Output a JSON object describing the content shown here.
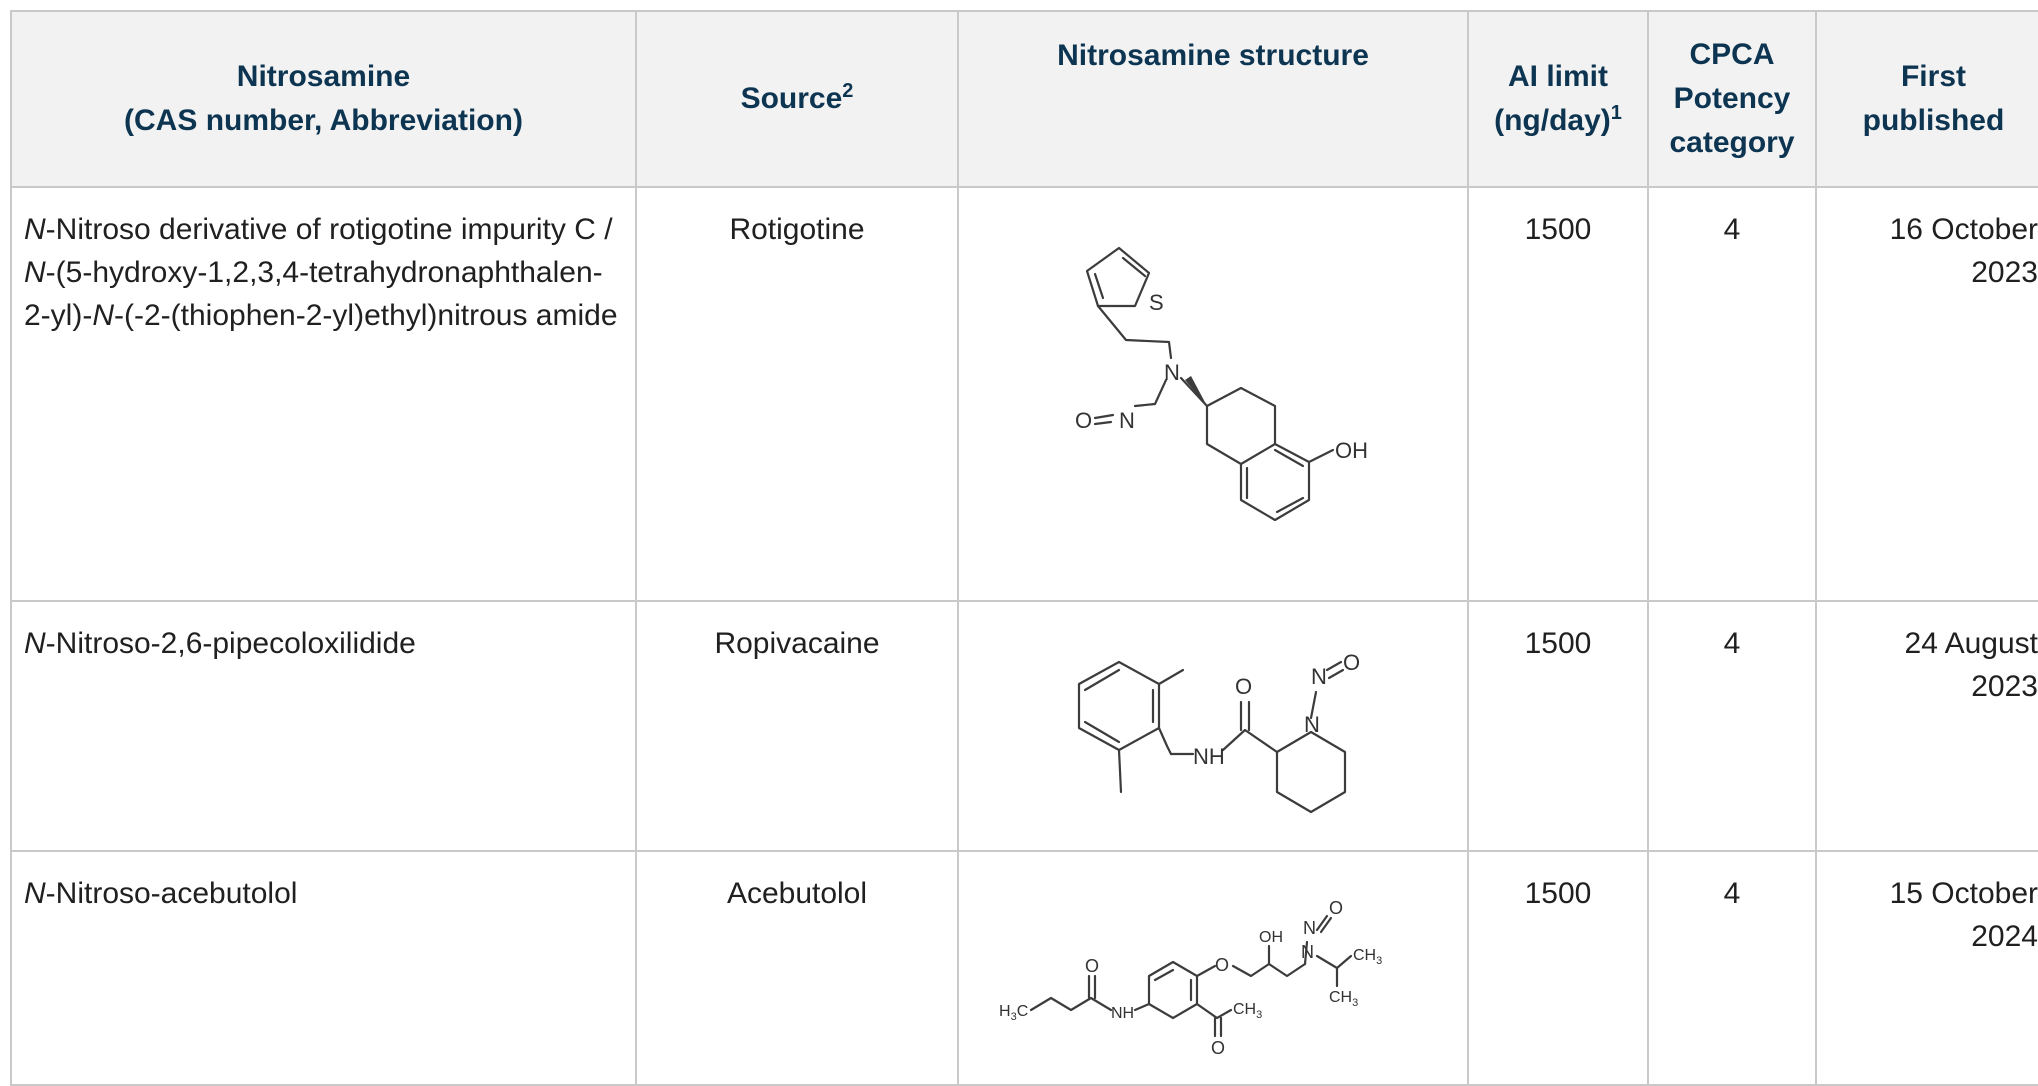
{
  "header": {
    "nitrosamine_line1": "Nitrosamine",
    "nitrosamine_line2": "(CAS number, Abbreviation)",
    "source": "Source",
    "source_sup": "2",
    "structure": "Nitrosamine structure",
    "ai_line1": "AI limit",
    "ai_line2": "(ng/day)",
    "ai_sup": "1",
    "cpca_line1": "CPCA",
    "cpca_line2": "Potency",
    "cpca_line3": "category",
    "first_line1": "First",
    "first_line2": "published"
  },
  "rows": [
    {
      "name_italic": "N",
      "name_p1": "-Nitroso derivative of rotigotine impurity C /",
      "name_italic2": "N",
      "name_p2": "-(5-hydroxy-1,2,3,4-tetrahydronaphthalen-2-yl)-",
      "name_italic3": "N",
      "name_p3": "-(-2-(thiophen-2-yl)ethyl)nitrous amide",
      "source": "Rotigotine",
      "ai_limit": "1500",
      "cpca": "4",
      "date_line1": "16 October",
      "date_line2": "2023",
      "labels": {
        "s": "S",
        "n": "N",
        "o": "O",
        "oh": "OH"
      }
    },
    {
      "name_italic": "N",
      "name_p1": "-Nitroso-2,6-pipecoloxilidide",
      "source": "Ropivacaine",
      "ai_limit": "1500",
      "cpca": "4",
      "date_line1": "24 August",
      "date_line2": "2023",
      "labels": {
        "o": "O",
        "nh": "NH",
        "n": "N"
      }
    },
    {
      "name_italic": "N",
      "name_p1": "-Nitroso-acebutolol",
      "source": "Acebutolol",
      "ai_limit": "1500",
      "cpca": "4",
      "date_line1": "15 October",
      "date_line2": "2024",
      "labels": {
        "oh": "OH",
        "n": "N",
        "o": "O",
        "ch3": "CH",
        "ch3_sub": "3",
        "h3c_h": "H",
        "h3c_sub": "3",
        "h3c_c": "C",
        "nh": "NH"
      }
    }
  ]
}
